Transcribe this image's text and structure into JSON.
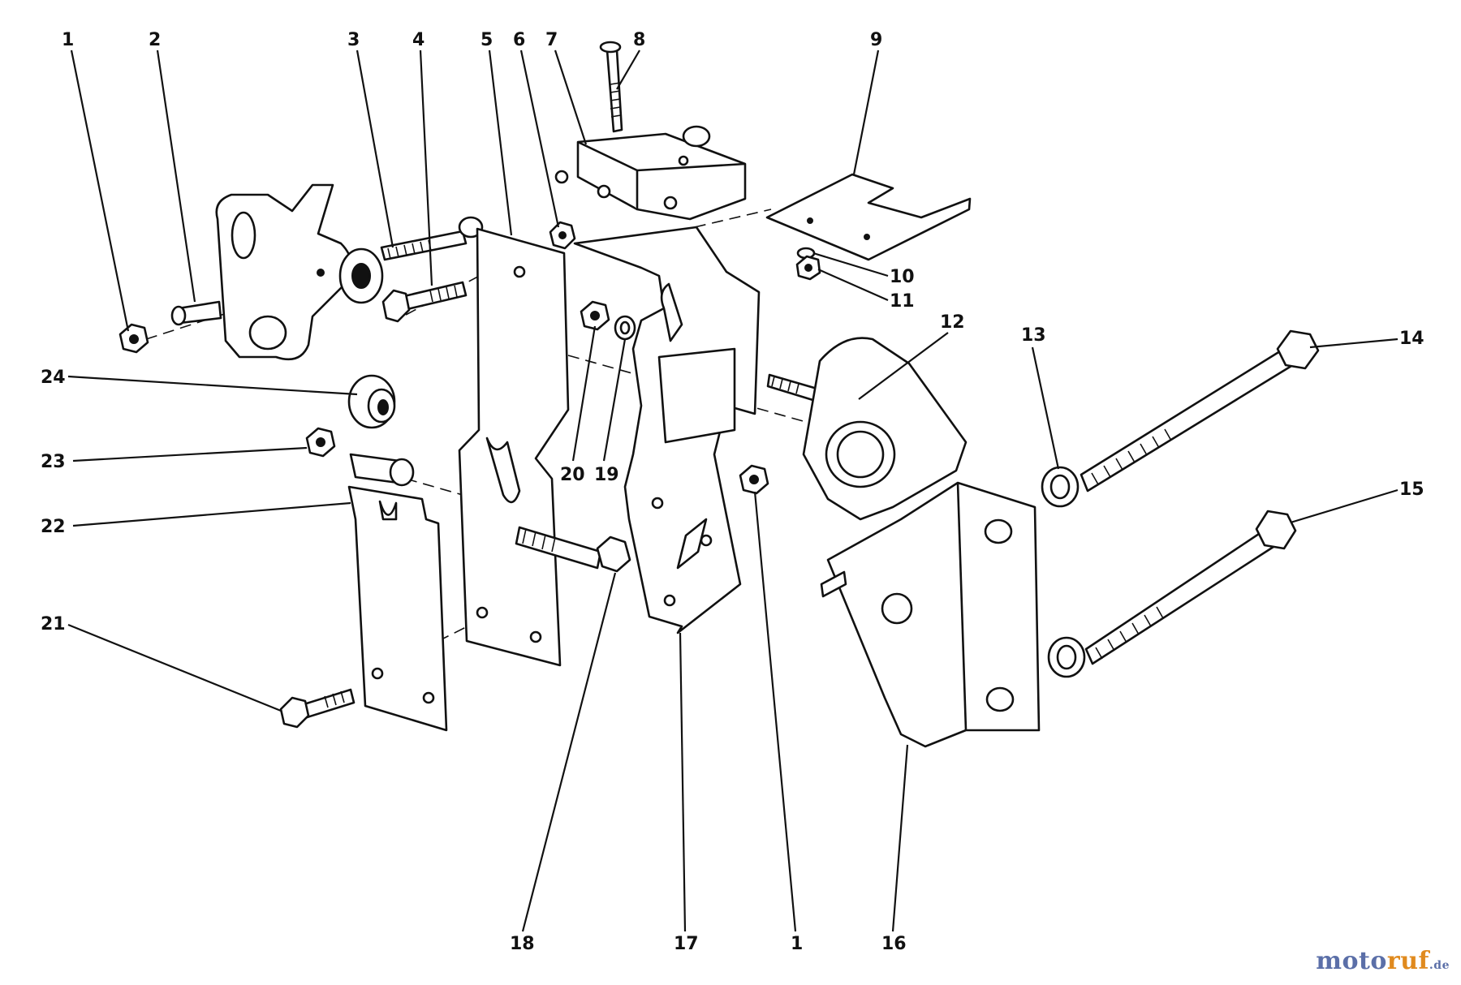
{
  "diagram": {
    "type": "exploded-parts-view",
    "callouts": [
      "1",
      "2",
      "3",
      "4",
      "5",
      "6",
      "7",
      "8",
      "9",
      "10",
      "11",
      "12",
      "13",
      "14",
      "15",
      "16",
      "17",
      "18",
      "19",
      "20",
      "21",
      "22",
      "23",
      "24",
      "1"
    ]
  },
  "watermark": {
    "part_a": "moto",
    "part_b": "ruf",
    "part_c": ".de"
  },
  "colors": {
    "ink": "#111111",
    "background": "#ffffff",
    "watermark_blue": "#5b6fa8",
    "watermark_orange": "#e08a1e"
  }
}
